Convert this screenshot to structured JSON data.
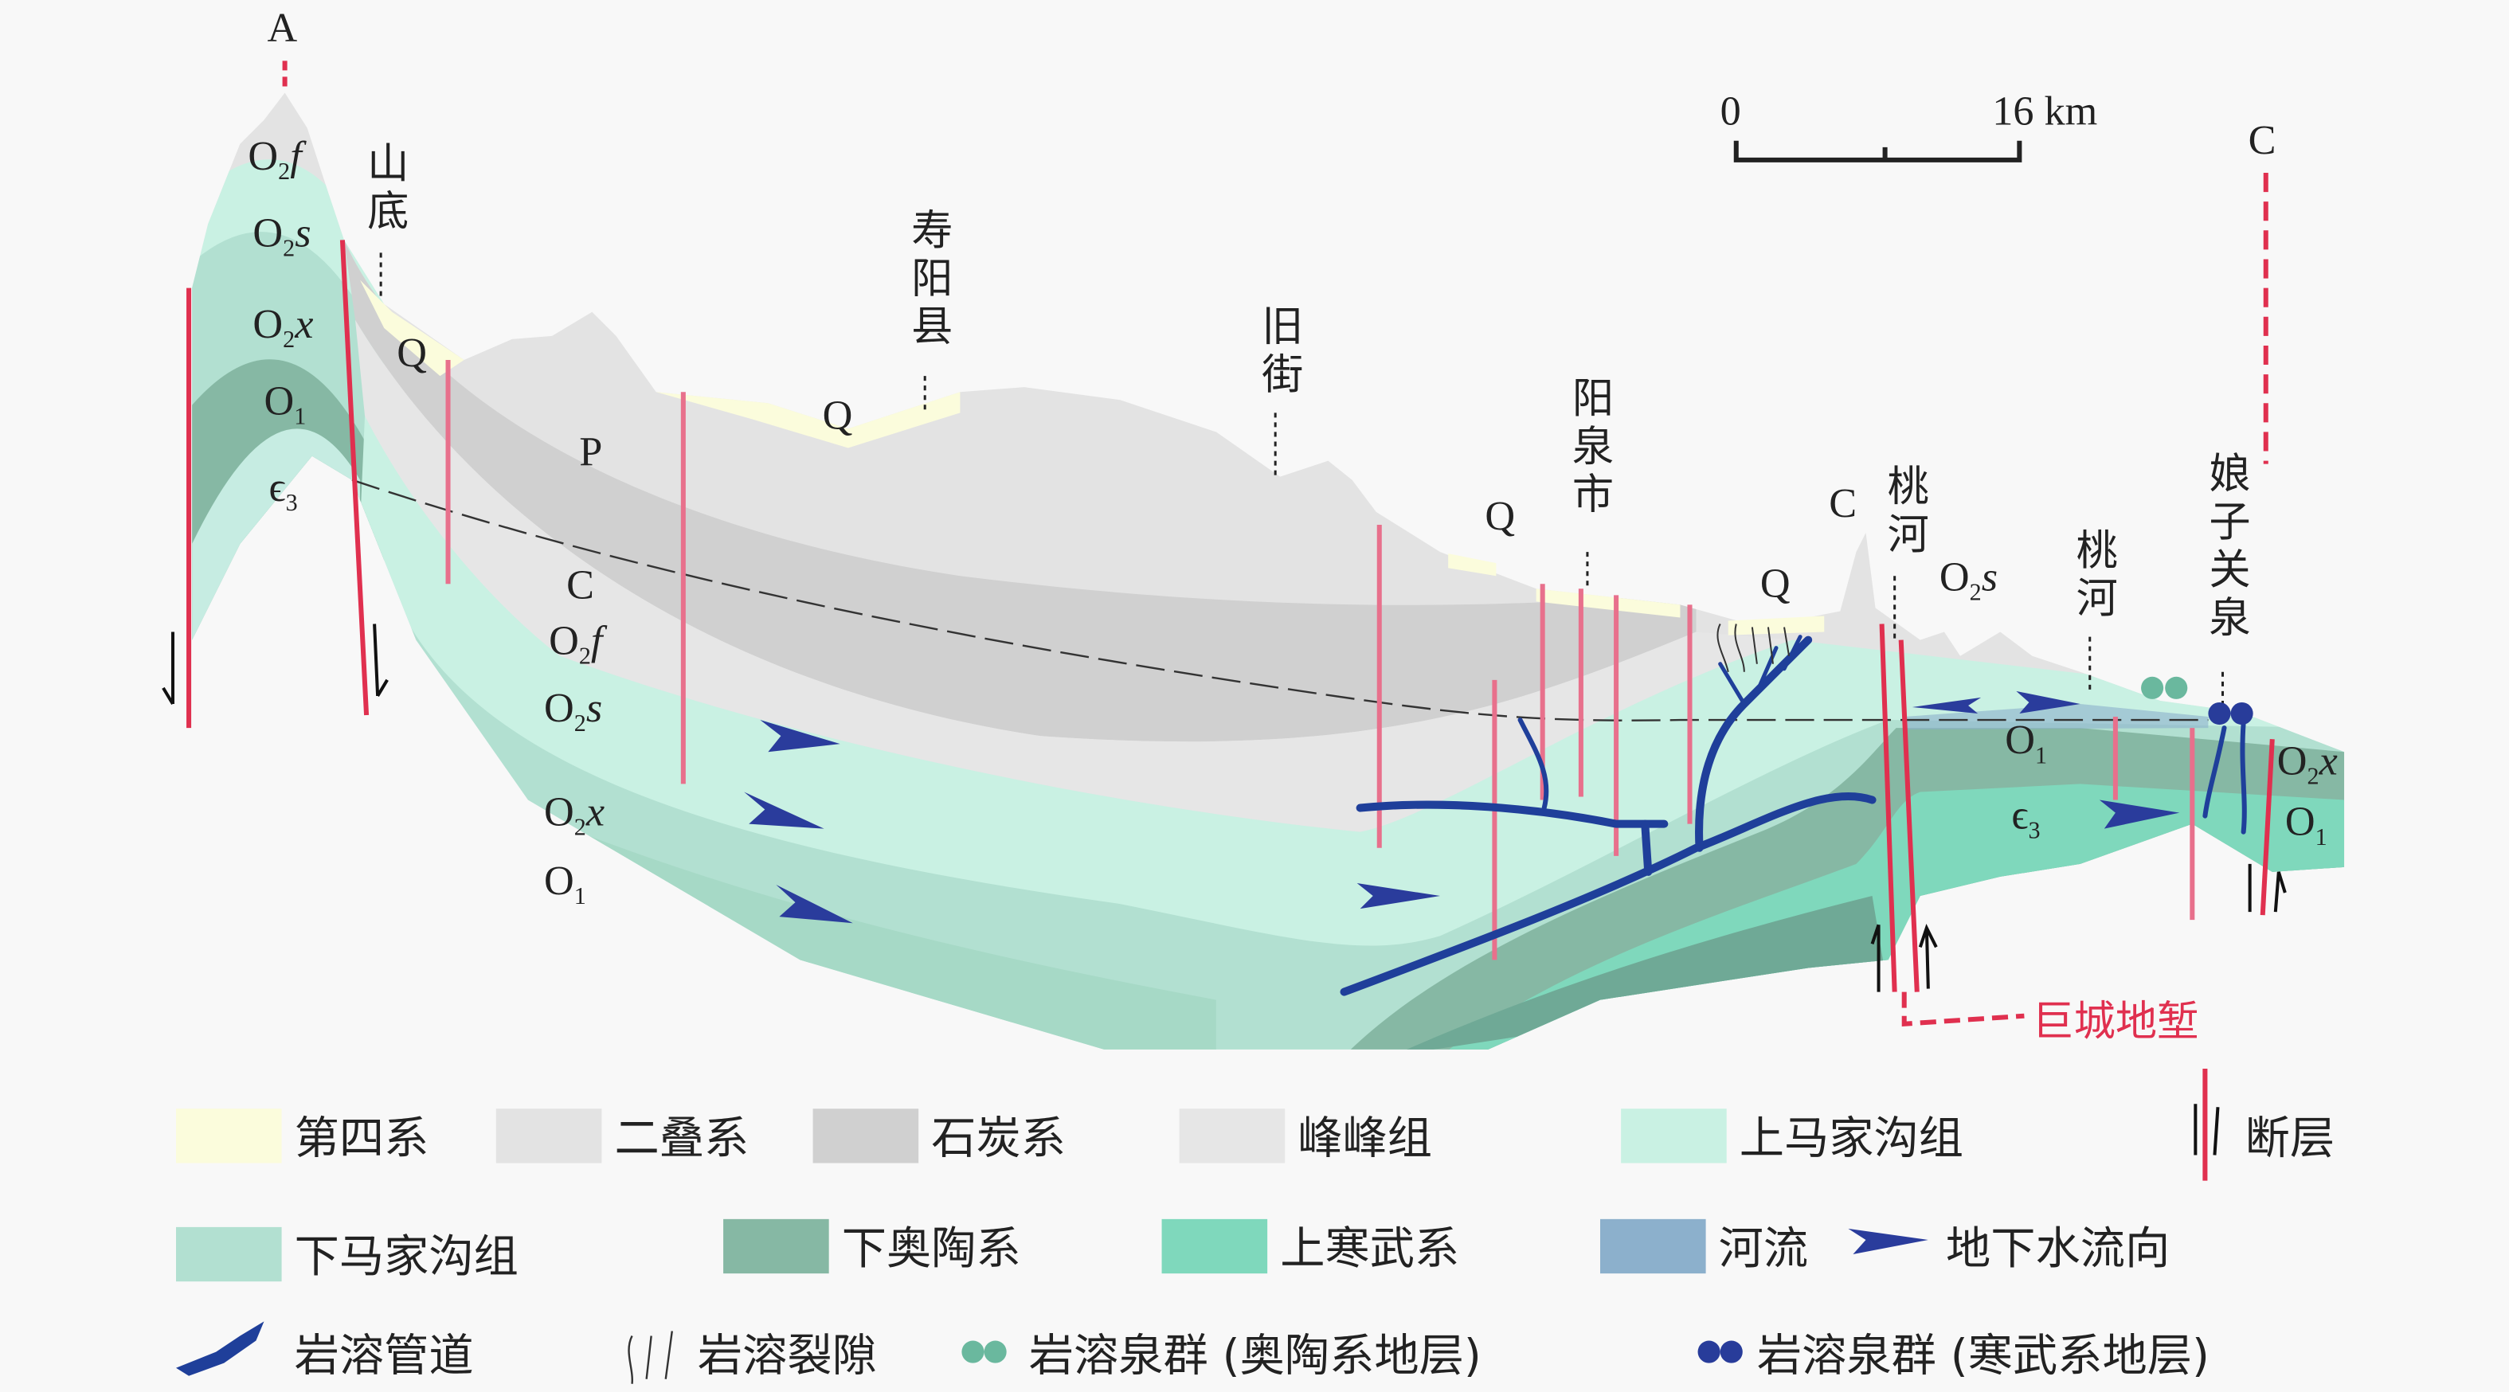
{
  "section_ends": {
    "start": "A",
    "end": "C"
  },
  "scale_bar": {
    "zero": "0",
    "end": "16 km"
  },
  "place_names": [
    "山底",
    "寿阳县",
    "旧街",
    "阳泉市",
    "桃河",
    "桃河",
    "娘子关泉"
  ],
  "graben_label": "巨城地堑",
  "formation_labels": [
    {
      "id": "left-o2f",
      "main": "O",
      "sub": "2",
      "suffix": "f"
    },
    {
      "id": "left-o2s",
      "main": "O",
      "sub": "2",
      "suffix": "s"
    },
    {
      "id": "left-o2x",
      "main": "O",
      "sub": "2",
      "suffix": "x"
    },
    {
      "id": "left-o1",
      "main": "O",
      "sub": "1",
      "suffix": ""
    },
    {
      "id": "left-e3",
      "main": "ϵ",
      "sub": "3",
      "suffix": ""
    },
    {
      "id": "q1",
      "main": "Q",
      "sub": "",
      "suffix": ""
    },
    {
      "id": "p",
      "main": "P",
      "sub": "",
      "suffix": ""
    },
    {
      "id": "q2",
      "main": "Q",
      "sub": "",
      "suffix": ""
    },
    {
      "id": "c1",
      "main": "C",
      "sub": "",
      "suffix": ""
    },
    {
      "id": "mid-o2f",
      "main": "O",
      "sub": "2",
      "suffix": "f"
    },
    {
      "id": "mid-o2s",
      "main": "O",
      "sub": "2",
      "suffix": "s"
    },
    {
      "id": "mid-o2x",
      "main": "O",
      "sub": "2",
      "suffix": "x"
    },
    {
      "id": "mid-o1",
      "main": "O",
      "sub": "1",
      "suffix": ""
    },
    {
      "id": "q3",
      "main": "Q",
      "sub": "",
      "suffix": ""
    },
    {
      "id": "q4",
      "main": "Q",
      "sub": "",
      "suffix": ""
    },
    {
      "id": "c2",
      "main": "C",
      "sub": "",
      "suffix": ""
    },
    {
      "id": "right-o2s",
      "main": "O",
      "sub": "2",
      "suffix": "s"
    },
    {
      "id": "right-o1",
      "main": "O",
      "sub": "1",
      "suffix": ""
    },
    {
      "id": "right-e3",
      "main": "ϵ",
      "sub": "3",
      "suffix": ""
    },
    {
      "id": "far-o2x",
      "main": "O",
      "sub": "2",
      "suffix": "x"
    },
    {
      "id": "far-o1",
      "main": "O",
      "sub": "1",
      "suffix": ""
    }
  ],
  "legend": [
    {
      "label": "第四系",
      "color": "#fbfcdc",
      "kind": "swatch"
    },
    {
      "label": "二叠系",
      "color": "#e3e3e3",
      "kind": "swatch"
    },
    {
      "label": "石炭系",
      "color": "#d0d0d0",
      "kind": "swatch"
    },
    {
      "label": "峰峰组",
      "color": "#e6e6e6",
      "kind": "swatch"
    },
    {
      "label": "上马家沟组",
      "color": "#c9f1e3",
      "kind": "swatch"
    },
    {
      "label": "断层",
      "color": "#e0304f",
      "kind": "fault"
    },
    {
      "label": "下马家沟组",
      "color": "#b2e0d1",
      "kind": "swatch"
    },
    {
      "label": "下奥陶系",
      "color": "#86b8a4",
      "kind": "swatch"
    },
    {
      "label": "上寒武系",
      "color": "#7fd8bc",
      "kind": "swatch"
    },
    {
      "label": "河流",
      "color": "#8cb0cc",
      "kind": "swatch"
    },
    {
      "label": "地下水流向",
      "color": "#2a3c9c",
      "kind": "arrow"
    },
    {
      "label": "岩溶管道",
      "color": "#1f3f9a",
      "kind": "conduit"
    },
    {
      "label": "岩溶裂隙",
      "color": "#333333",
      "kind": "fissure"
    },
    {
      "label": "岩溶泉群 (奥陶系地层)",
      "color": "#6ab89e",
      "kind": "spring"
    },
    {
      "label": "岩溶泉群 (寒武系地层)",
      "color": "#283c9a",
      "kind": "spring"
    }
  ],
  "colors": {
    "fault": "#e0304f",
    "borehole": "#e8708c",
    "conduit": "#1f3f9a"
  }
}
